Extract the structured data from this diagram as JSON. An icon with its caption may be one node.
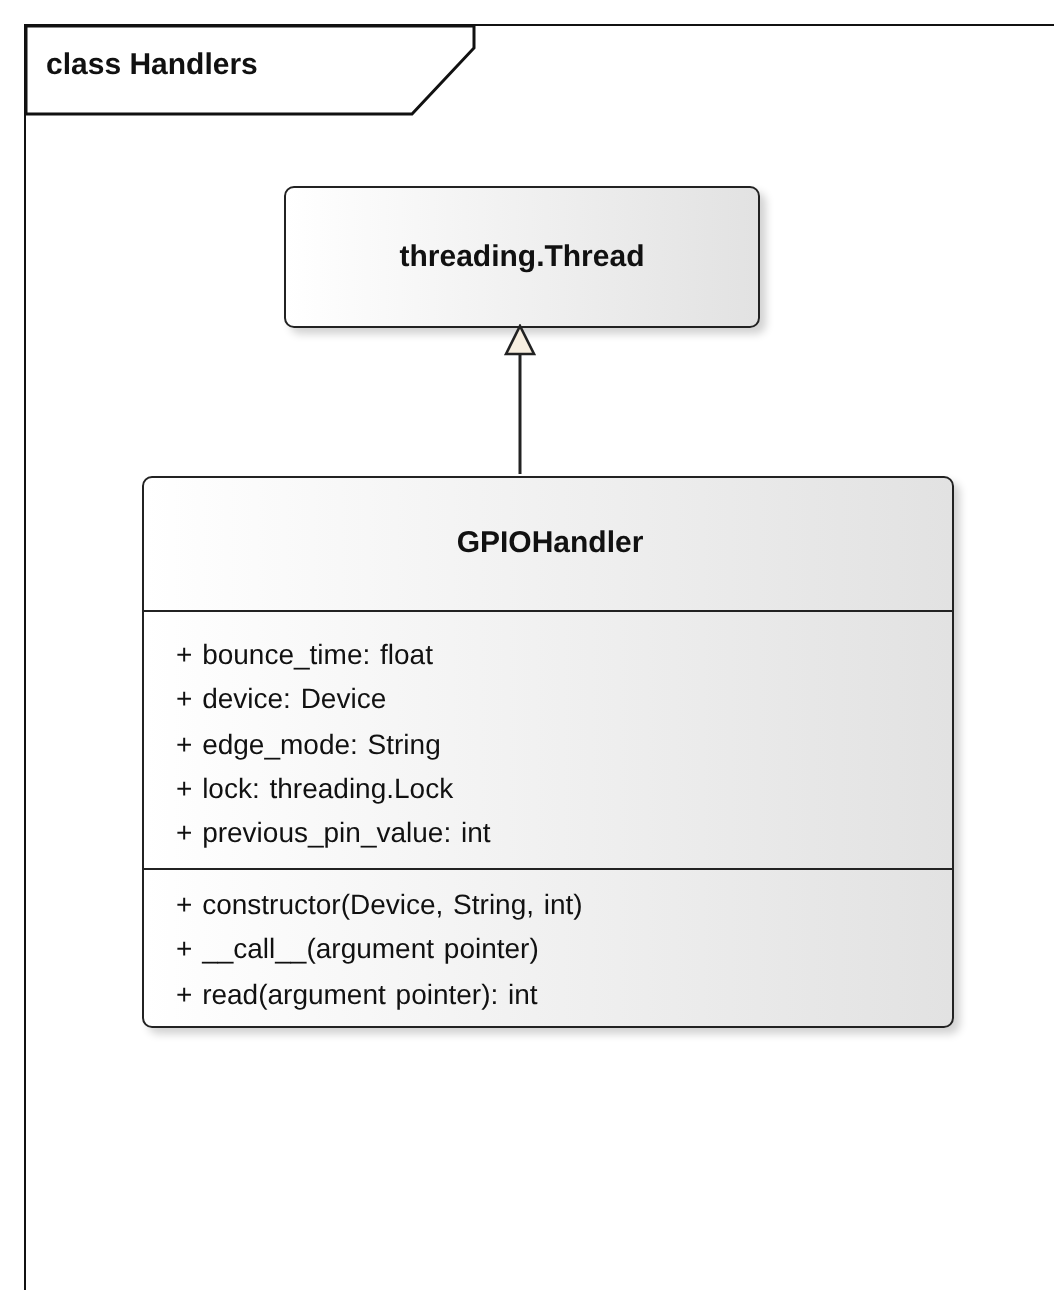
{
  "diagram": {
    "nodes": [
      {
        "text": [
          "class Handlers"
        ]
      },
      {
        "text": [
          "threading.Thread"
        ],
        "in": 0
      },
      {
        "text": [
          "GPIOHandler",
          "+ bounce_time: float",
          "+ device: Device",
          "+ edge_mode: String",
          "+ lock: threading.Lock",
          "+ previous_pin_value: int",
          "+ constructor(Device, String, int)",
          "+ __call__(argument pointer)",
          "+ read(argument pointer): int"
        ],
        "in": 0
      }
    ],
    "edges": [
      {
        "from": 2,
        "to": 1,
        "arrow": "to"
      }
    ]
  }
}
